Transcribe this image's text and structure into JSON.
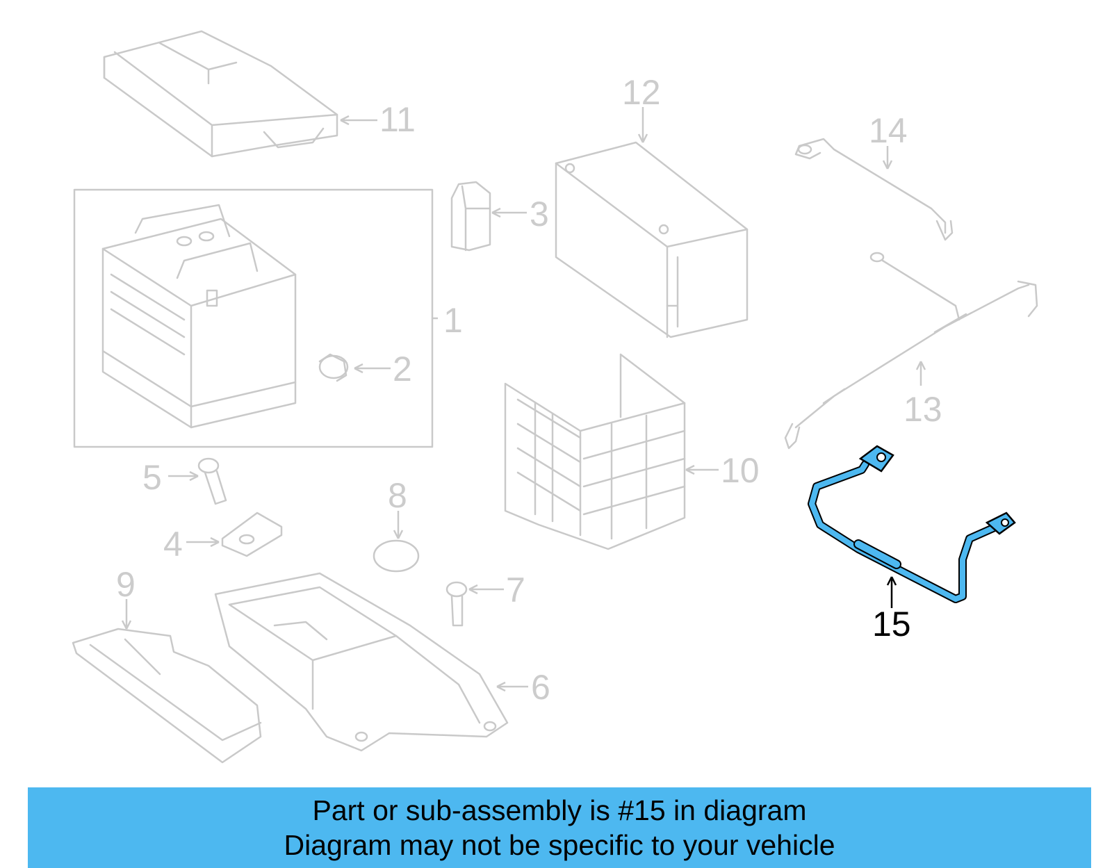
{
  "diagram": {
    "highlight_color": "#4db8f0",
    "faded_color": "#c9c9c9",
    "callouts": [
      {
        "id": "c1",
        "label": "1"
      },
      {
        "id": "c2",
        "label": "2"
      },
      {
        "id": "c3",
        "label": "3"
      },
      {
        "id": "c4",
        "label": "4"
      },
      {
        "id": "c5",
        "label": "5"
      },
      {
        "id": "c6",
        "label": "6"
      },
      {
        "id": "c7",
        "label": "7"
      },
      {
        "id": "c8",
        "label": "8"
      },
      {
        "id": "c9",
        "label": "9"
      },
      {
        "id": "c10",
        "label": "10"
      },
      {
        "id": "c11",
        "label": "11"
      },
      {
        "id": "c12",
        "label": "12"
      },
      {
        "id": "c13",
        "label": "13"
      },
      {
        "id": "c14",
        "label": "14"
      },
      {
        "id": "c15",
        "label": "15"
      }
    ]
  },
  "banner": {
    "background": "#4db8f0",
    "line1": "Part or sub-assembly is #15 in diagram",
    "line2": "Diagram may not be specific to your vehicle"
  }
}
